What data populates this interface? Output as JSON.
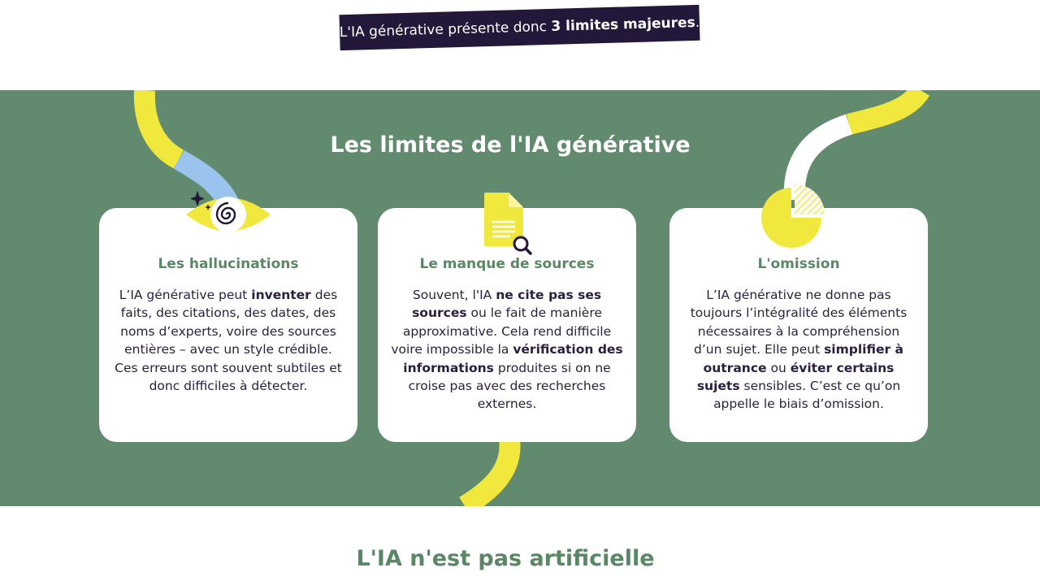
{
  "intro": {
    "text": "L'IA générative présente donc ",
    "highlight": "3 limites majeures",
    "suffix": "."
  },
  "section": {
    "title": "Les limites de l'IA générative"
  },
  "cards": [
    {
      "title": "Les hallucinations",
      "body": [
        {
          "t": "L’IA générative peut "
        },
        {
          "t": "inventer",
          "b": true
        },
        {
          "t": " des faits, des citations, des dates, des noms d’experts, voire des sources entières – avec un style crédible. Ces erreurs sont souvent subtiles et donc difficiles à détecter."
        }
      ],
      "icon": "eye-spiral-icon"
    },
    {
      "title": "Le manque de sources",
      "body": [
        {
          "t": "Souvent, l'IA "
        },
        {
          "t": "ne cite pas ses sources",
          "b": true
        },
        {
          "t": " ou le fait de manière approximative. Cela rend difficile voire impossible la "
        },
        {
          "t": "vérification des informations",
          "b": true
        },
        {
          "t": " produites si on ne croise pas avec des recherches externes."
        }
      ],
      "icon": "document-search-icon"
    },
    {
      "title": "L'omission",
      "body": [
        {
          "t": "L’IA générative ne donne pas toujours l’intégralité des éléments nécessaires à la compréhension d’un sujet. Elle peut "
        },
        {
          "t": "simplifier à outrance",
          "b": true
        },
        {
          "t": " ou "
        },
        {
          "t": "éviter certains sujets",
          "b": true
        },
        {
          "t": " sensibles. C’est ce qu’on appelle le biais d’omission."
        }
      ],
      "icon": "pie-chart-icon"
    }
  ],
  "next_section": {
    "title": "L'IA n'est pas artificielle"
  },
  "colors": {
    "green": "#628a6e",
    "title_green": "#5a8766",
    "yellow": "#f0e83c",
    "navy": "#24183a",
    "blue": "#9ac4ee"
  }
}
